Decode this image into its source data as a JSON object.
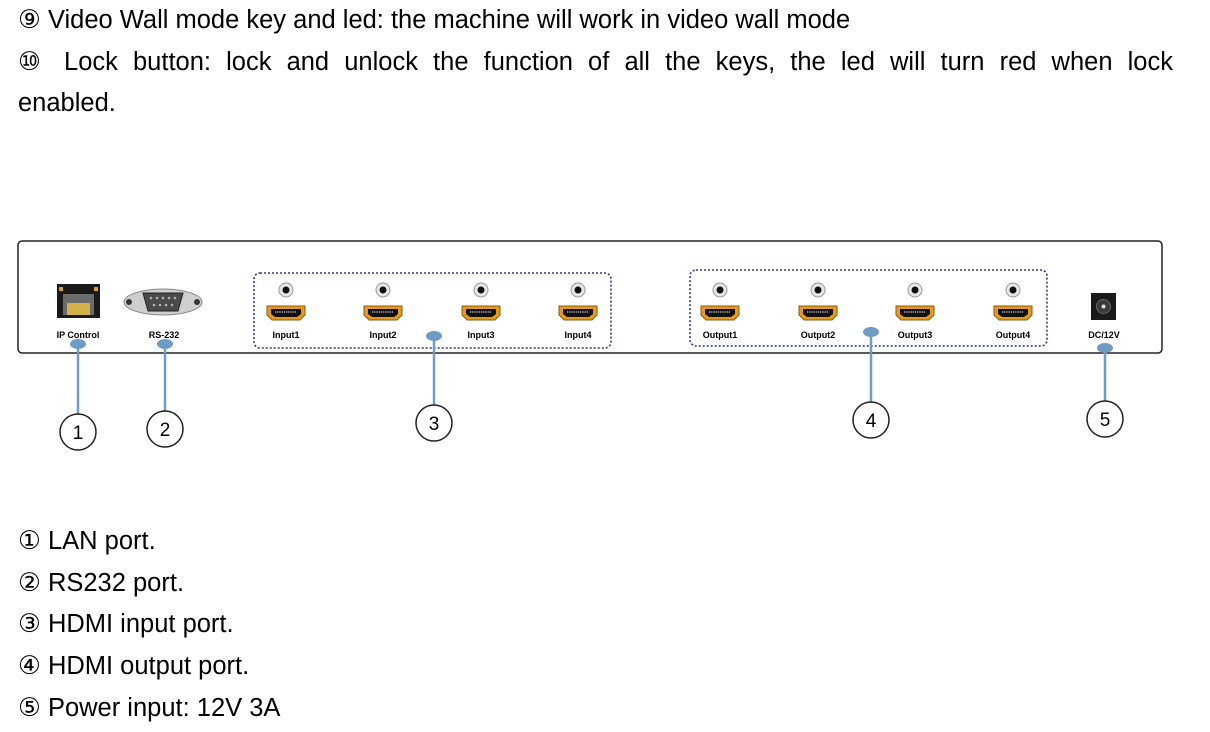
{
  "intro": {
    "line1": "⑨ Video Wall mode key and led: the machine will work in video wall mode",
    "line2": "⑩ Lock button: lock and unlock the function of all the keys, the led will turn red when lock",
    "line3": "enabled."
  },
  "panel": {
    "ip_label": "IP Control",
    "rs232_label": "RS-232",
    "inputs": [
      "Input1",
      "Input2",
      "Input3",
      "Input4"
    ],
    "outputs": [
      "Output1",
      "Output2",
      "Output3",
      "Output4"
    ],
    "dc_label": "DC/12V"
  },
  "callouts": [
    "1",
    "2",
    "3",
    "4",
    "5"
  ],
  "legend": [
    "① LAN port.",
    "② RS232 port.",
    "③ HDMI input port.",
    "④ HDMI output port.",
    "⑤ Power input: 12V 3A"
  ],
  "colors": {
    "callout_line": "#6e9cc4",
    "group_border": "#2d3a8c"
  }
}
